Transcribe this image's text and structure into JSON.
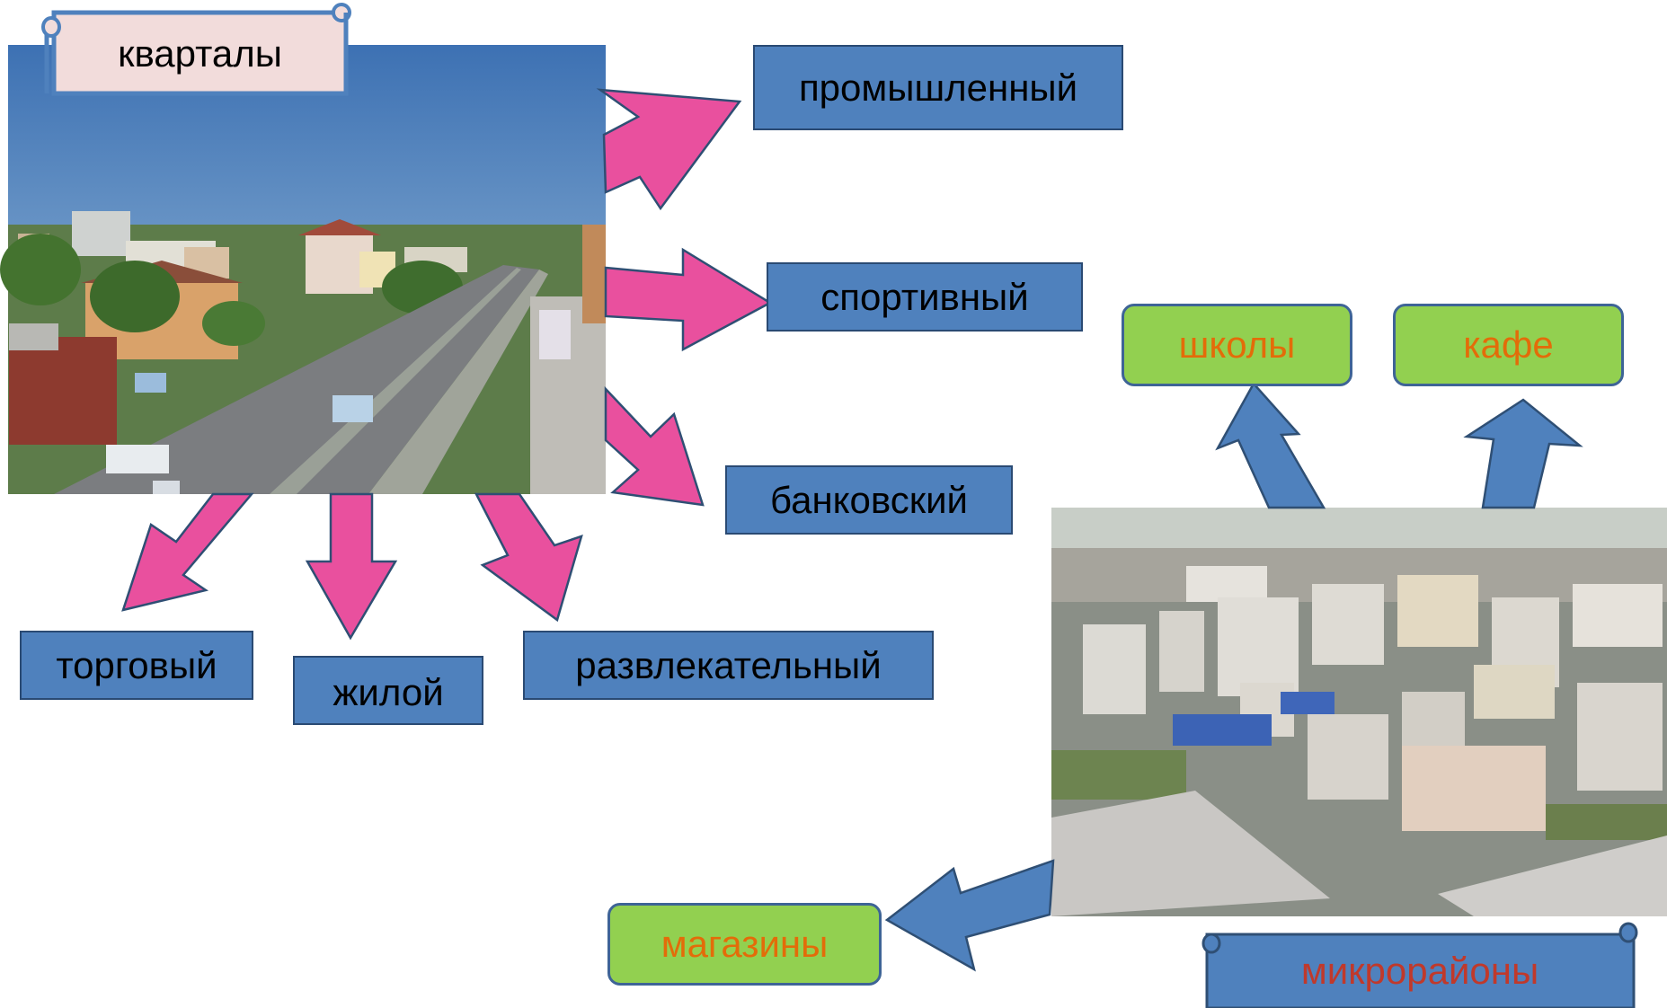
{
  "title": "кварталы",
  "categories": [
    "промышленный",
    "спортивный",
    "банковский",
    "торговый",
    "жилой",
    "развлекательный"
  ],
  "microdistrict": {
    "title": "микрорайоны",
    "items": [
      "школы",
      "кафе",
      "магазины"
    ]
  },
  "colors": {
    "pink_arrow": "#e9509e",
    "blue_arrow": "#4f81bd",
    "blue_box": "#4f81bd",
    "green_box": "#92d050",
    "orange_text": "#e36c09",
    "red_text": "#c0392b",
    "scroll_fill": "#f2dcdb"
  }
}
